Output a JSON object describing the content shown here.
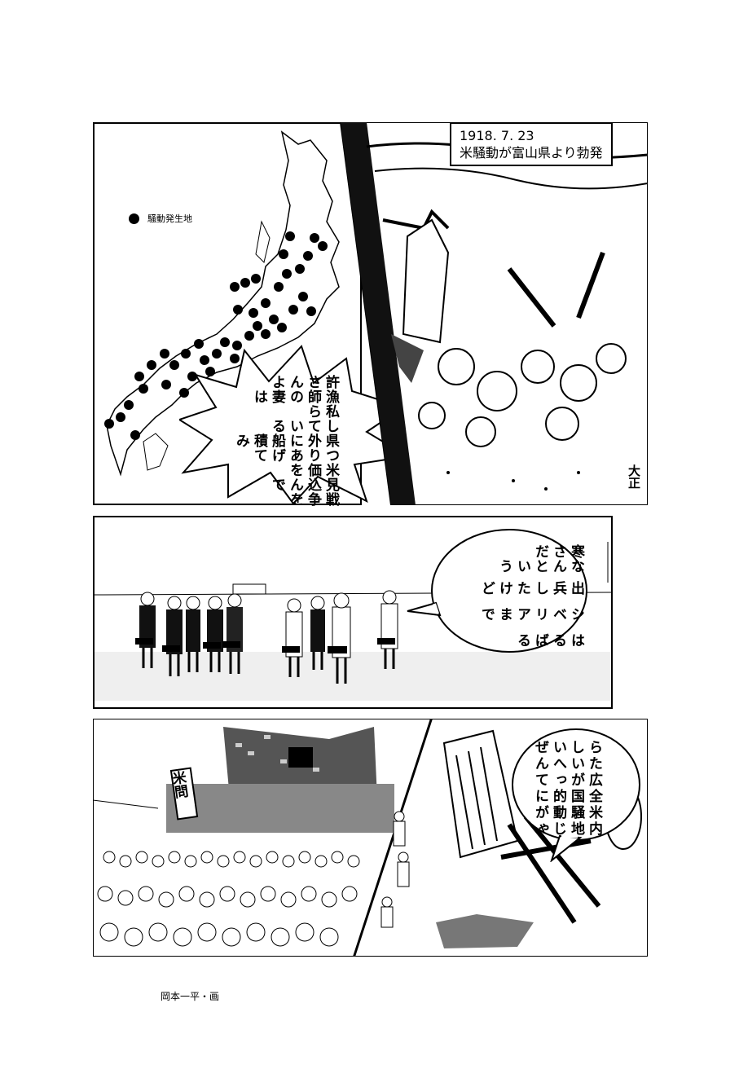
{
  "panel1": {
    "legend_label": "騒動発生地",
    "caption_date": "1918. 7. 23",
    "caption_text": "米騒動が富山県より勃発",
    "speech": [
      "戦争を",
      "見込んで",
      "米価を",
      "つりあげて",
      "県外に船積み",
      "している",
      "私ら",
      "漁師の妻は",
      "許さんよ"
    ],
    "artwork_corner_text": "大正"
  },
  "panel2": {
    "speech": [
      "はるばる",
      "シベリアまで",
      "出兵したけど",
      "なんという",
      "寒さだ"
    ]
  },
  "panel3": {
    "sign_text": "米問",
    "speech": [
      "内地じゃ",
      "米騒動が",
      "全国的に",
      "広がって",
      "たいへん",
      "らしいぜ"
    ]
  },
  "credit": "岡本一平・画"
}
